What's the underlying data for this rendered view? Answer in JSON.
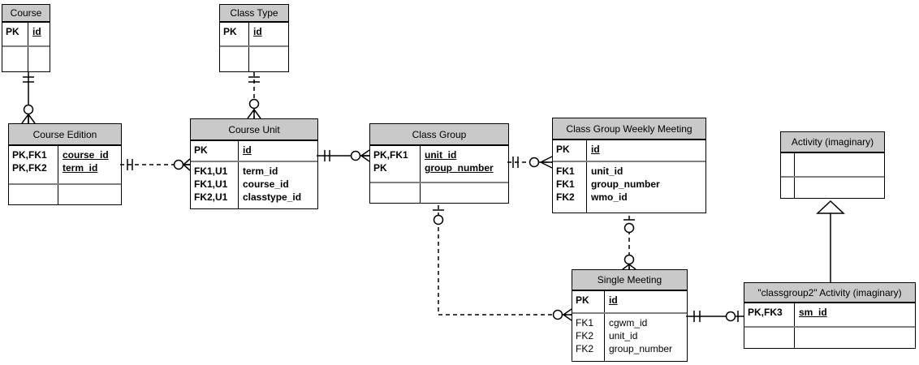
{
  "colors": {
    "header_bg": "#c9c9c9",
    "border": "#000000",
    "section_divider": "#7f7f7f",
    "background": "#ffffff"
  },
  "tables": {
    "course": {
      "title": "Course",
      "rows": [
        {
          "key": "PK",
          "field": "id"
        }
      ]
    },
    "class_type": {
      "title": "Class Type",
      "rows": [
        {
          "key": "PK",
          "field": "id"
        }
      ]
    },
    "course_edition": {
      "title": "Course Edition",
      "rows": [
        {
          "key": "PK,FK1",
          "field": "course_id"
        },
        {
          "key": "PK,FK2",
          "field": "term_id"
        }
      ]
    },
    "course_unit": {
      "title": "Course Unit",
      "pk_rows": [
        {
          "key": "PK",
          "field": "id"
        }
      ],
      "attr_rows": [
        {
          "key": "FK1,U1",
          "field": "term_id"
        },
        {
          "key": "FK1,U1",
          "field": "course_id"
        },
        {
          "key": "FK2,U1",
          "field": "classtype_id"
        }
      ]
    },
    "class_group": {
      "title": "Class Group",
      "rows": [
        {
          "key": "PK,FK1",
          "field": "unit_id"
        },
        {
          "key": "PK",
          "field": "group_number"
        }
      ]
    },
    "class_group_weekly_meeting": {
      "title": "Class Group Weekly Meeting",
      "pk_rows": [
        {
          "key": "PK",
          "field": "id"
        }
      ],
      "attr_rows": [
        {
          "key": "FK1",
          "field": "unit_id"
        },
        {
          "key": "FK1",
          "field": "group_number"
        },
        {
          "key": "FK2",
          "field": "wmo_id"
        }
      ]
    },
    "activity": {
      "title": "Activity (imaginary)"
    },
    "single_meeting": {
      "title": "Single Meeting",
      "pk_rows": [
        {
          "key": "PK",
          "field": "id"
        }
      ],
      "attr_rows": [
        {
          "key": "FK1",
          "field": "cgwm_id"
        },
        {
          "key": "FK2",
          "field": "unit_id"
        },
        {
          "key": "FK2",
          "field": "group_number"
        }
      ]
    },
    "classgroup2_activity": {
      "title": "\"classgroup2\" Activity (imaginary)",
      "rows": [
        {
          "key": "PK,FK3",
          "field": "sm_id"
        }
      ]
    }
  },
  "relationships": [
    {
      "from": "Course",
      "to": "Course Edition",
      "from_cardinality": "exactly-one",
      "to_cardinality": "zero-or-many",
      "line": "solid"
    },
    {
      "from": "Class Type",
      "to": "Course Unit",
      "from_cardinality": "exactly-one",
      "to_cardinality": "zero-or-many",
      "line": "dashed"
    },
    {
      "from": "Course Edition",
      "to": "Course Unit",
      "from_cardinality": "exactly-one",
      "to_cardinality": "zero-or-many",
      "line": "dashed"
    },
    {
      "from": "Course Unit",
      "to": "Class Group",
      "from_cardinality": "exactly-one",
      "to_cardinality": "zero-or-many",
      "line": "solid"
    },
    {
      "from": "Class Group",
      "to": "Class Group Weekly Meeting",
      "from_cardinality": "exactly-one",
      "to_cardinality": "zero-or-many",
      "line": "dashed"
    },
    {
      "from": "Class Group",
      "to": "Single Meeting",
      "from_cardinality": "zero-or-one",
      "to_cardinality": "zero-or-many",
      "line": "dashed"
    },
    {
      "from": "Class Group Weekly Meeting",
      "to": "Single Meeting",
      "from_cardinality": "zero-or-one",
      "to_cardinality": "zero-or-many",
      "line": "dashed"
    },
    {
      "from": "Single Meeting",
      "to": "\"classgroup2\" Activity (imaginary)",
      "from_cardinality": "exactly-one",
      "to_cardinality": "zero-or-one",
      "line": "solid"
    },
    {
      "from": "\"classgroup2\" Activity (imaginary)",
      "to": "Activity (imaginary)",
      "type": "inheritance",
      "line": "solid"
    }
  ]
}
